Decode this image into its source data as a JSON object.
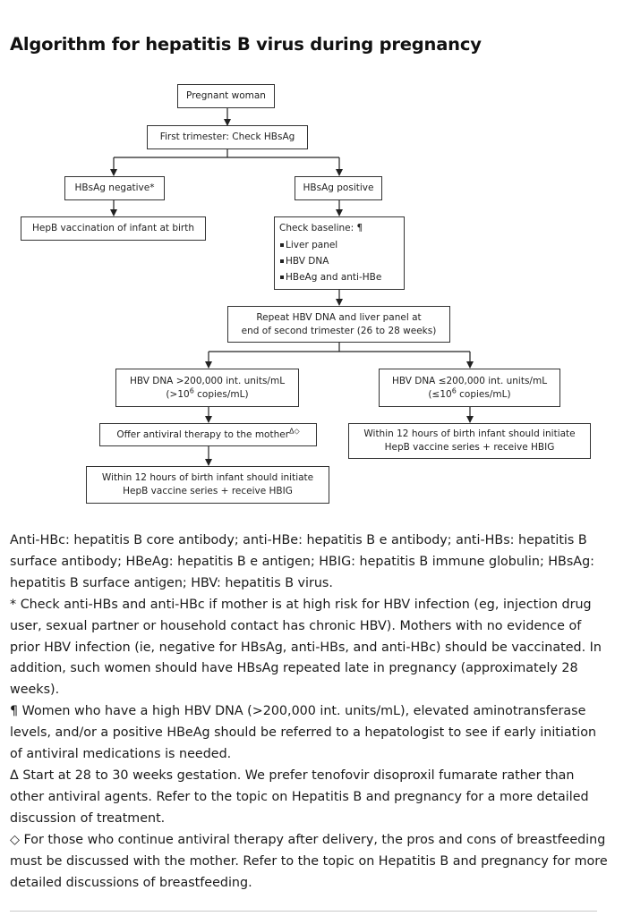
{
  "title": "Algorithm for hepatitis B virus during pregnancy",
  "flow": {
    "pregnant_woman": "Pregnant woman",
    "first_trimester": "First trimester: Check HBsAg",
    "hbsag_negative": "HBsAg negative*",
    "hbsag_positive": "HBsAg positive",
    "hepb_vaccination_infant": "HepB vaccination of infant at birth",
    "check_baseline": {
      "heading": "Check baseline: ¶",
      "items": [
        "Liver panel",
        "HBV DNA",
        "HBeAg and anti-HBe"
      ]
    },
    "repeat": {
      "line1": "Repeat HBV DNA and liver panel at",
      "line2": "end of second trimester (26 to 28 weeks)"
    },
    "dna_high": {
      "line1": "HBV DNA >200,000 int. units/mL",
      "line2_pre": "(>10",
      "line2_sup": "6",
      "line2_post": " copies/mL)"
    },
    "dna_low": {
      "line1": "HBV DNA ≤200,000 int. units/mL",
      "line2_pre": "(≤10",
      "line2_sup": "6",
      "line2_post": " copies/mL)"
    },
    "offer_antiviral": {
      "text": "Offer antiviral therapy to the mother",
      "marks": "Δ◇"
    },
    "within12_left": {
      "line1": "Within 12 hours of birth infant should initiate",
      "line2": "HepB vaccine series + receive HBIG"
    },
    "within12_right": {
      "line1": "Within 12 hours of birth infant should initiate",
      "line2": "HepB vaccine series + receive HBIG"
    }
  },
  "footnotes": {
    "abbreviations": "Anti-HBc: hepatitis B core antibody; anti-HBe: hepatitis B e antibody; anti-HBs: hepatitis B surface antibody; HBeAg: hepatitis B e antigen; HBIG: hepatitis B immune globulin; HBsAg: hepatitis B surface antigen; HBV: hepatitis B virus.",
    "star": "* Check anti-HBs and anti-HBc if mother is at high risk for HBV infection (eg, injection drug user, sexual partner or household contact has chronic HBV). Mothers with no evidence of prior HBV infection (ie, negative for HBsAg, anti-HBs, and anti-HBc) should be vaccinated. In addition, such women should have HBsAg repeated late in pregnancy (approximately 28 weeks).",
    "pilcrow": "¶ Women who have a high HBV DNA (>200,000 int. units/mL), elevated aminotransferase levels, and/or a positive HBeAg should be referred to a hepatologist to see if early initiation of antiviral medications is needed.",
    "delta": "Δ Start at 28 to 30 weeks gestation. We prefer tenofovir disoproxil fumarate rather than other antiviral agents. Refer to the topic on Hepatitis B and pregnancy for a more detailed discussion of treatment.",
    "diamond": "◇ For those who continue antiviral therapy after delivery, the pros and cons of breastfeeding must be discussed with the mother. Refer to the topic on Hepatitis B and pregnancy for more detailed discussions of breastfeeding."
  }
}
